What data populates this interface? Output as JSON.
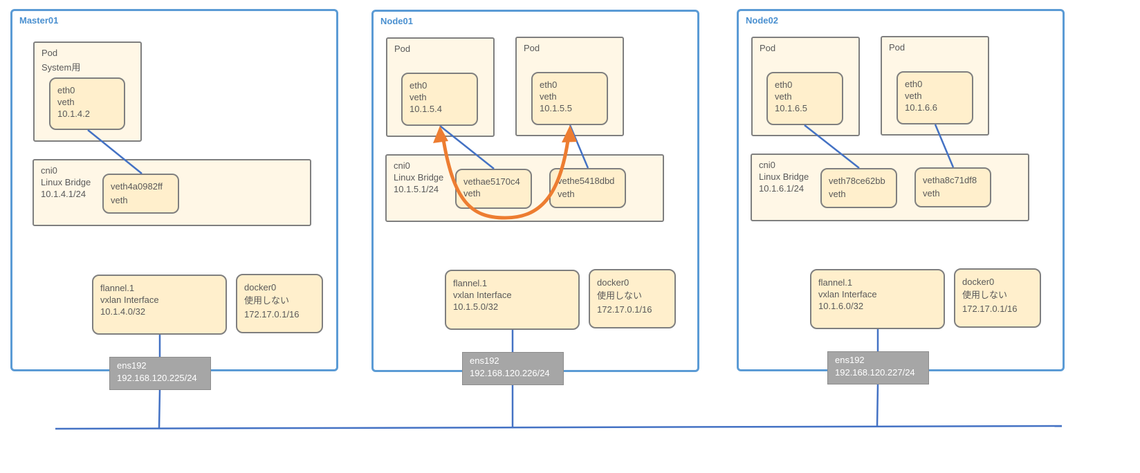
{
  "colors": {
    "node_border": "#5b9bd5",
    "wire": "#4472c4",
    "arrow": "#ed7d31",
    "nic_bg": "#a6a6a6",
    "box_fill": "#ffefcc",
    "pod_fill": "#fff7e6"
  },
  "master01": {
    "title": "Master01",
    "pod": {
      "l1": "Pod",
      "l2": "System用"
    },
    "pod_eth": {
      "l1": "eth0",
      "l2": "veth",
      "l3": "10.1.4.2"
    },
    "cni": {
      "l1": "cni0",
      "l2": "Linux Bridge",
      "l3": "10.1.4.1/24"
    },
    "veth": {
      "l1": "veth4a0982ff",
      "l2": "veth"
    },
    "flannel": {
      "l1": "flannel.1",
      "l2": "vxlan Interface",
      "l3": "10.1.4.0/32"
    },
    "docker": {
      "l1": "docker0",
      "l2": "使用しない",
      "l3": "172.17.0.1/16"
    },
    "nic": {
      "l1": "ens192",
      "l2": "192.168.120.225/24"
    }
  },
  "node01": {
    "title": "Node01",
    "pod1": {
      "l1": "Pod"
    },
    "pod1_eth": {
      "l1": "eth0",
      "l2": "veth",
      "l3": "10.1.5.4"
    },
    "pod2": {
      "l1": "Pod"
    },
    "pod2_eth": {
      "l1": "eth0",
      "l2": "veth",
      "l3": "10.1.5.5"
    },
    "cni": {
      "l1": "cni0",
      "l2": "Linux Bridge",
      "l3": "10.1.5.1/24"
    },
    "veth1": {
      "l1": "vethae5170c4",
      "l2": "veth"
    },
    "veth2": {
      "l1": "vethe5418dbd",
      "l2": "veth"
    },
    "flannel": {
      "l1": "flannel.1",
      "l2": "vxlan Interface",
      "l3": "10.1.5.0/32"
    },
    "docker": {
      "l1": "docker0",
      "l2": "使用しない",
      "l3": "172.17.0.1/16"
    },
    "nic": {
      "l1": "ens192",
      "l2": "192.168.120.226/24"
    }
  },
  "node02": {
    "title": "Node02",
    "pod1": {
      "l1": "Pod"
    },
    "pod1_eth": {
      "l1": "eth0",
      "l2": "veth",
      "l3": "10.1.6.5"
    },
    "pod2": {
      "l1": "Pod"
    },
    "pod2_eth": {
      "l1": "eth0",
      "l2": "veth",
      "l3": "10.1.6.6"
    },
    "cni": {
      "l1": "cni0",
      "l2": "Linux Bridge",
      "l3": "10.1.6.1/24"
    },
    "veth1": {
      "l1": "veth78ce62bb",
      "l2": "veth"
    },
    "veth2": {
      "l1": "vetha8c71df8",
      "l2": "veth"
    },
    "flannel": {
      "l1": "flannel.1",
      "l2": "vxlan Interface",
      "l3": "10.1.6.0/32"
    },
    "docker": {
      "l1": "docker0",
      "l2": "使用しない",
      "l3": "172.17.0.1/16"
    },
    "nic": {
      "l1": "ens192",
      "l2": "192.168.120.227/24"
    }
  }
}
